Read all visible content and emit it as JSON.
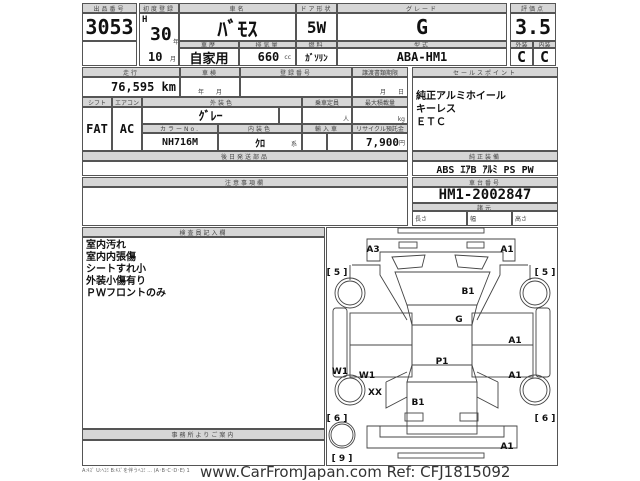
{
  "row1": {
    "lot_h": "出品番号",
    "lot": "3053",
    "reg_h": "初度登録",
    "era": "H",
    "year": "30",
    "year_u": "年",
    "month": "10",
    "month_u": "月",
    "name_h": "車名",
    "name": "ﾊﾞﾓｽ",
    "door_h": "ドア形状",
    "door": "5W",
    "grade_h": "グレード",
    "grade": "G",
    "score_h": "評価点",
    "score": "3.5",
    "ext_h": "外装",
    "int_h": "内装",
    "ext": "C",
    "int": "C",
    "hist_h": "車歴",
    "hist": "自家用",
    "disp_h": "排気量",
    "disp": "660",
    "disp_u": "cc",
    "fuel_h": "燃料",
    "fuel": "ｶﾞｿﾘﾝ",
    "model_h": "型式",
    "model": "ABA-HM1"
  },
  "row2": {
    "mile_h": "走行",
    "mile": "76,595 km",
    "insp_h": "車検",
    "insp": "年　　月",
    "plate_h": "登録番号",
    "doc_h": "譲渡書類期限",
    "doc": "月　　日",
    "shift_h": "シフト",
    "ac_h": "エアコン",
    "color_h": "外装色",
    "seats_h": "乗車定員",
    "load_h": "最大積載量",
    "shift": "FAT",
    "ac": "AC",
    "color": "ｸﾞﾚｰ",
    "seats_u": "人",
    "load_u": "kg",
    "cno_h": "カラーNo.",
    "intc_h": "内装色",
    "import_h": "輸入車",
    "recycle_h": "リサイクル預託金",
    "cno": "NH716M",
    "intc": "ｸﾛ",
    "intc_u": "系",
    "recycle": "7,900",
    "recycle_u": "円",
    "parts_h": "後日発送部品",
    "sales_h": "セールスポイント",
    "sales": [
      "純正アルミホイール",
      "キーレス",
      "ＥＴＣ"
    ],
    "equip_h": "純正装備",
    "equip": "ABS ｴｱB ｱﾙﾐ PS PW"
  },
  "row3": {
    "caution_h": "注意事項欄",
    "chassis_h": "車台番号",
    "chassis": "HM1-2002847",
    "spec_h": "諸元",
    "len": "長さ",
    "wid": "幅",
    "hei": "高さ"
  },
  "inspector": {
    "header": "検査員記入欄",
    "lines": [
      "室内汚れ",
      "室内内張傷",
      "シートすれ小",
      "外装小傷有り",
      "ＰＷフロントのみ"
    ]
  },
  "office": {
    "header": "事務所よりご案内"
  },
  "diagram": {
    "marks": [
      "A3",
      "A1",
      "[ 5 ]",
      "[ 5 ]",
      "B1",
      "G",
      "A1",
      "P1",
      "W1",
      "W1",
      "A1",
      "XX",
      "B1",
      "[ 6 ]",
      "[ 6 ]",
      "A1",
      "[ 9 ]"
    ]
  },
  "footer": "A:ｷｽﾞ U:ﾍｺﾐ B:ｷｽﾞを伴うﾍｺﾐ ... (A･B･C･D･E) 1",
  "watermark": "www.CarFromJapan.com Ref: CFJ1815092"
}
